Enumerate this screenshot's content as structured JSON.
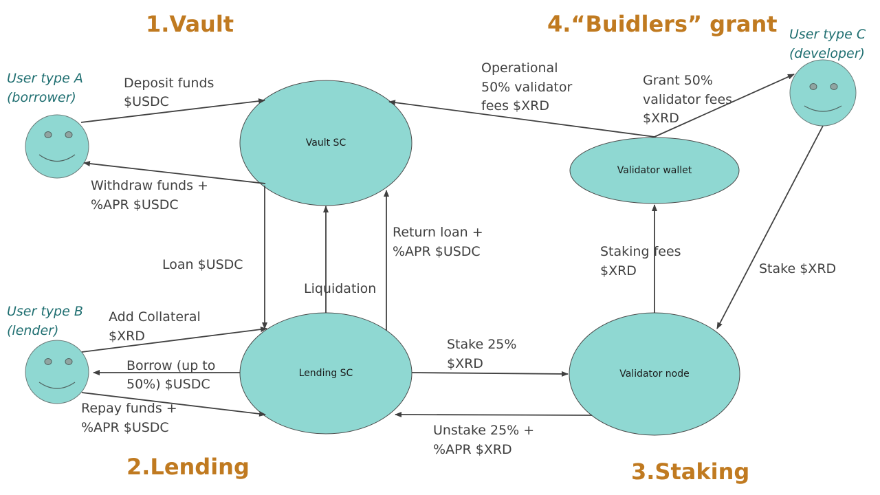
{
  "sections": {
    "vault": "1.Vault",
    "lending": "2.Lending",
    "staking": "3.Staking",
    "grant": "4.“Buidlers” grant"
  },
  "users": {
    "a": {
      "line1": "User type A",
      "line2": "(borrower)"
    },
    "b": {
      "line1": "User type B",
      "line2": "(lender)"
    },
    "c": {
      "line1": "User type C",
      "line2": "(developer)"
    }
  },
  "nodes": {
    "vault_sc": "Vault SC",
    "lending_sc": "Lending SC",
    "validator_node": "Validator node",
    "validator_wallet": "Validator wallet"
  },
  "edges": {
    "deposit": [
      "Deposit funds",
      "$USDC"
    ],
    "withdraw": [
      "Withdraw funds +",
      "%APR $USDC"
    ],
    "loan": [
      "Loan $USDC"
    ],
    "liquidation": [
      "Liquidation"
    ],
    "return_loan": [
      "Return loan +",
      "%APR $USDC"
    ],
    "add_collateral": [
      "Add Collateral",
      "$XRD"
    ],
    "borrow": [
      "Borrow (up to",
      "50%) $USDC"
    ],
    "repay": [
      "Repay funds +",
      "%APR $USDC"
    ],
    "stake25": [
      "Stake 25%",
      "$XRD"
    ],
    "unstake25": [
      "Unstake 25% +",
      "%APR $XRD"
    ],
    "staking_fees": [
      "Staking fees",
      "$XRD"
    ],
    "operational": [
      "Operational",
      "50% validator",
      "fees $XRD"
    ],
    "grant50": [
      "Grant 50%",
      "validator fees",
      "$XRD"
    ],
    "stake_xrd": [
      "Stake $XRD"
    ]
  }
}
